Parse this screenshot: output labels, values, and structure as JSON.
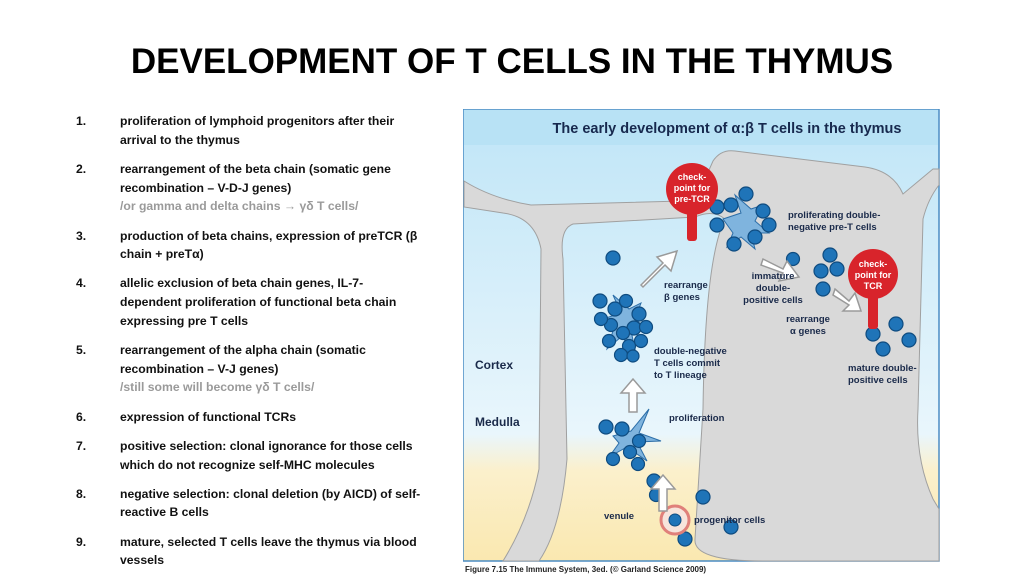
{
  "title": "DEVELOPMENT OF T CELLS IN THE THYMUS",
  "steps": [
    {
      "num": "1.",
      "lines": [
        "proliferation of lymphoid progenitors after their",
        "arrival to the thymus"
      ],
      "note": ""
    },
    {
      "num": "2.",
      "lines": [
        "rearrangement of the beta chain (somatic gene",
        "recombination – V-D-J genes)"
      ],
      "note": "/or gamma and delta chains → γδ T cells/"
    },
    {
      "num": "3.",
      "lines": [
        "production of beta chains, expression of preTCR (β",
        "chain + preTα)"
      ],
      "note": ""
    },
    {
      "num": "4.",
      "lines": [
        "allelic exclusion of beta chain genes, IL-7-",
        "dependent proliferation of functional beta chain",
        "expressing pre T cells"
      ],
      "note": ""
    },
    {
      "num": "5.",
      "lines": [
        "rearrangement of the alpha chain (somatic",
        "recombination – V-J genes)"
      ],
      "note": "/still some will become γδ T cells/"
    },
    {
      "num": "6.",
      "lines": [
        "expression of functional TCRs"
      ],
      "note": ""
    },
    {
      "num": "7.",
      "lines": [
        "positive selection: clonal ignorance for those cells",
        "which do not recognize self-MHC molecules"
      ],
      "note": ""
    },
    {
      "num": "8.",
      "lines": [
        "negative selection: clonal deletion (by AICD) of self-",
        "reactive B cells"
      ],
      "note": ""
    },
    {
      "num": "9.",
      "lines": [
        "mature, selected T cells leave the thymus via blood",
        "vessels"
      ],
      "note": ""
    }
  ],
  "figure": {
    "banner": "The early development of α:β T cells in the thymus",
    "checkpoint_pretcr": [
      "check-",
      "point for",
      "pre-TCR"
    ],
    "checkpoint_tcr": [
      "check-",
      "point for",
      "TCR"
    ],
    "label_proliferating": [
      "proliferating double-",
      "negative pre-T cells"
    ],
    "label_rearrange_beta": [
      "rearrange",
      "β genes"
    ],
    "label_immature": [
      "immature",
      "double-",
      "positive cells"
    ],
    "label_rearrange_alpha": [
      "rearrange",
      "α genes"
    ],
    "label_double_negative": [
      "double-negative",
      "T cells commit",
      "to T lineage"
    ],
    "label_mature": [
      "mature double-",
      "positive cells"
    ],
    "label_proliferation": "proliferation",
    "label_venule": "venule",
    "label_progenitor": "progenitor cells",
    "region_cortex": "Cortex",
    "region_medulla": "Medulla",
    "caption": "Figure 7.15 The Immune System, 3ed. (© Garland Science 2009)",
    "colors": {
      "banner": "#b8e2f5",
      "cortex": "#dff1fb",
      "medulla": "#fbeec0",
      "border": "#4a8cc4",
      "septum": "#d9d9d9",
      "cell": "#1f74b8",
      "stromal": "#7fb4de",
      "checkpoint": "#d8242b",
      "arrow": "#cfcfcf"
    }
  }
}
